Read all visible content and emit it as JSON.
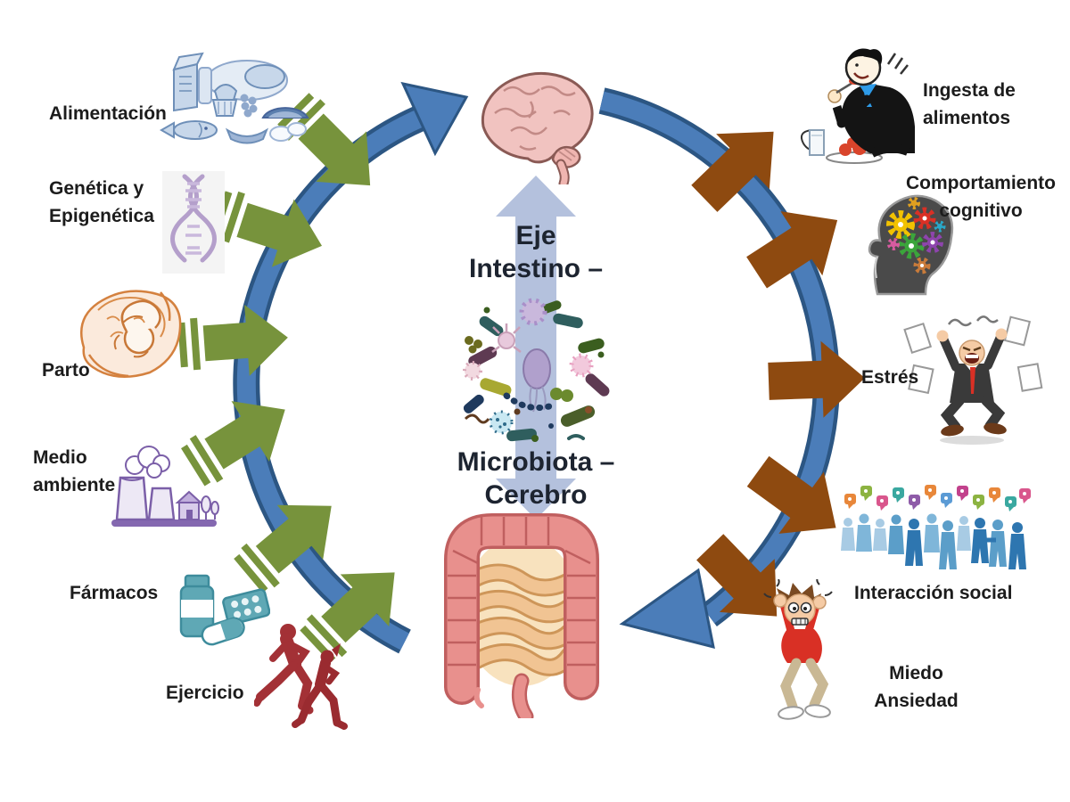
{
  "diagram": {
    "title": "Eje Intestino – Microbiota – Cerebro",
    "center": {
      "top_label": {
        "line1": "Eje",
        "line2": "Intestino –"
      },
      "bottom_label": {
        "line1": "Microbiota –",
        "line2": "Cerebro"
      },
      "organs": {
        "top": "cerebro (brain)",
        "middle": "microbiota",
        "bottom": "intestino (gut)"
      }
    },
    "inputs": [
      {
        "line1": "Alimentación",
        "line2": "",
        "icon": "food-image"
      },
      {
        "line1": "Genética y",
        "line2": "Epigenética",
        "icon": "dna-image"
      },
      {
        "line1": "Parto",
        "line2": "",
        "icon": "fetus-image"
      },
      {
        "line1": "Medio",
        "line2": "ambiente",
        "icon": "factory-image"
      },
      {
        "line1": "Fármacos",
        "line2": "",
        "icon": "pills-image"
      },
      {
        "line1": "Ejercicio",
        "line2": "",
        "icon": "runners-image"
      }
    ],
    "outputs": [
      {
        "line1": "Ingesta de",
        "line2": "alimentos",
        "icon": "eating-man-image"
      },
      {
        "line1": "Comportamiento",
        "line2": "cognitivo",
        "icon": "cognitive-head-image"
      },
      {
        "line1": "Estrés",
        "line2": "",
        "icon": "stressed-man-image"
      },
      {
        "line1": "Interacción social",
        "line2": "",
        "icon": "crowd-image"
      },
      {
        "line1": "Miedo",
        "line2": "Ansiedad",
        "icon": "scared-man-image"
      }
    ],
    "colors": {
      "input_arrow": "#77933C",
      "output_arrow": "#8E4A10",
      "cycle_ring": "#4B7DB9",
      "cycle_ring_border": "#2C5683",
      "axis_arrow": "#B4C1DD",
      "label_text": "#1C1C1C"
    }
  }
}
